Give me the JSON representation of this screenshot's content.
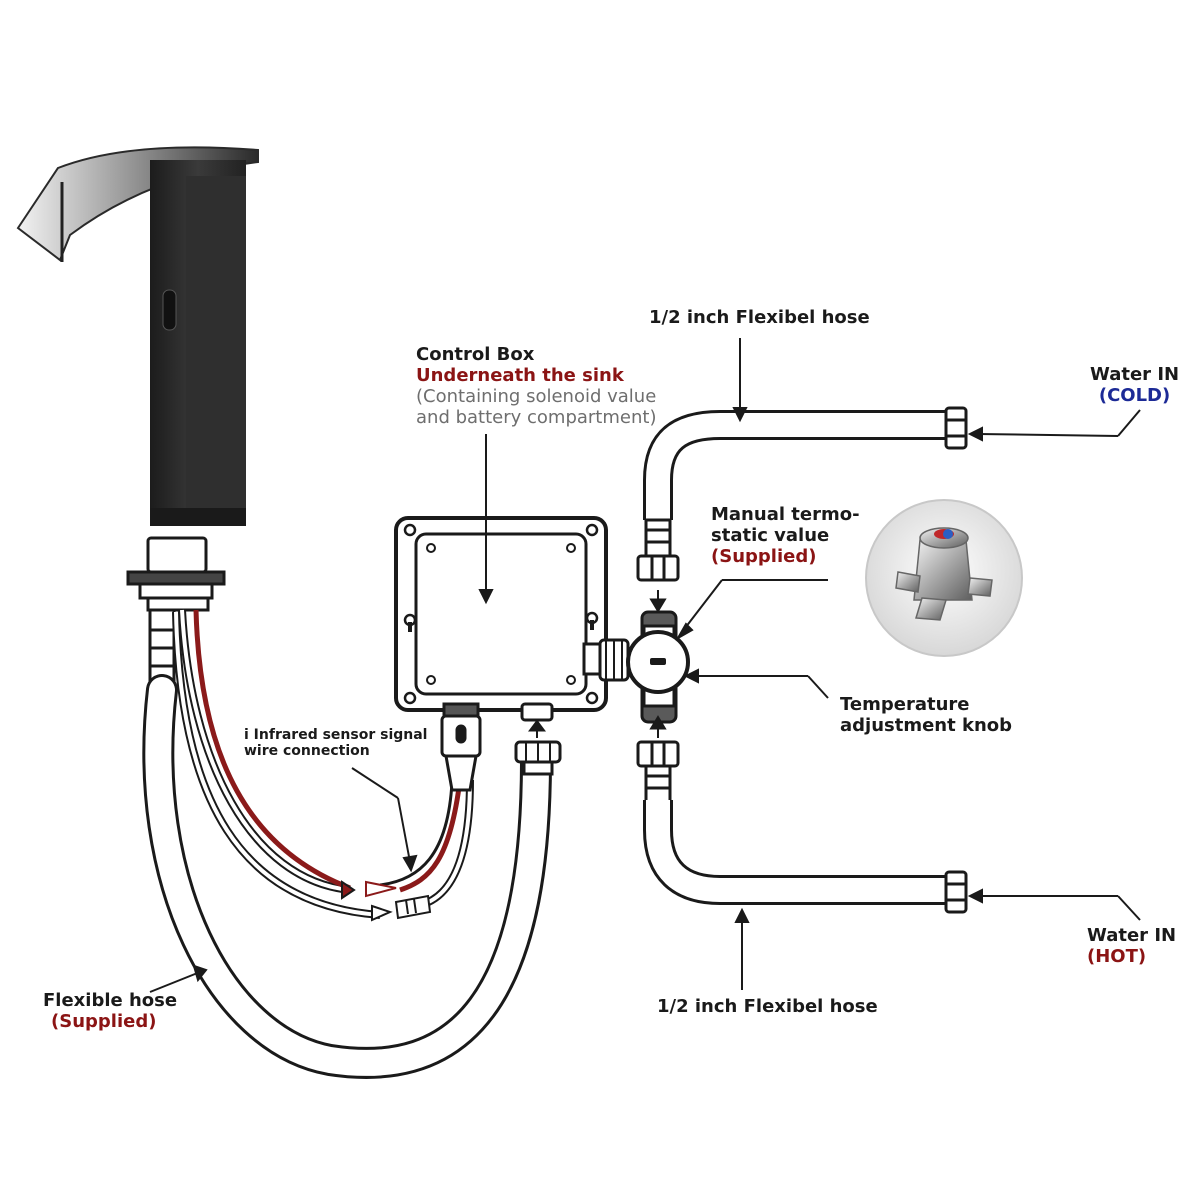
{
  "colors": {
    "black": "#1a1a1a",
    "red_text": "#8b1414",
    "blue_text": "#1c2a96",
    "gray_text": "#6e6e6e",
    "wire_red": "#8b1a1a",
    "faucet_dark": "#262626"
  },
  "labels": {
    "hose_top": "1/2 inch Flexibel hose",
    "hose_bottom": "1/2 inch Flexibel hose",
    "control_box_title": "Control Box",
    "control_box_location": "Underneath the sink",
    "control_box_note_1": "(Containing solenoid value",
    "control_box_note_2": "and battery compartment)",
    "water_in_cold": "Water IN",
    "cold_tag": "(COLD)",
    "water_in_hot": "Water IN",
    "hot_tag": "(HOT)",
    "thermostatic_1": "Manual termo-",
    "thermostatic_2": "static value",
    "thermostatic_supplied": "(Supplied)",
    "temperature_1": "Temperature",
    "temperature_2": "adjustment knob",
    "infrared_1": "i Infrared sensor signal",
    "infrared_2": "wire connection",
    "flexible_hose": "Flexible hose",
    "flexible_supplied": "(Supplied)"
  },
  "icons": {
    "faucet": "waterfall-faucet-icon",
    "control_box": "control-box-icon",
    "valve": "thermostatic-valve-icon",
    "valve_photo": "valve-photo-icon"
  }
}
